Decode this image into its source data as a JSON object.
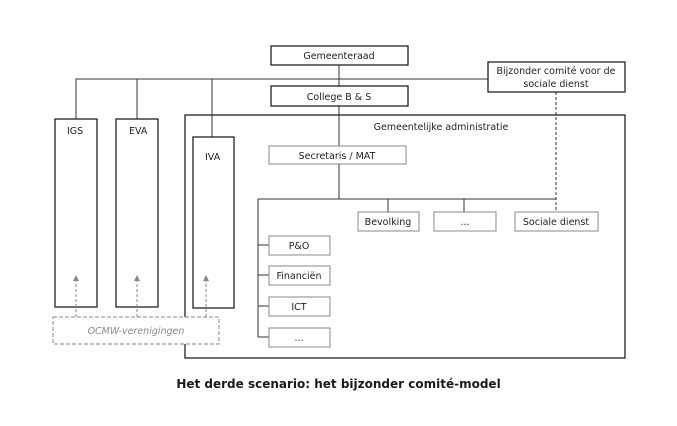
{
  "nodes": {
    "gemeenteraad": "Gemeenteraad",
    "college": "College B & S",
    "bijzonder_line1": "Bijzonder comité voor de",
    "bijzonder_line2": "sociale dienst",
    "igs": "IGS",
    "eva": "EVA",
    "iva": "IVA",
    "gemeentelijke_administratie": "Gemeentelijke administratie",
    "secretaris": "Secretaris / MAT",
    "bevolking": "Bevolking",
    "dots_top": "...",
    "sociale_dienst": "Sociale dienst",
    "po": "P&O",
    "financien": "Financiën",
    "ict": "ICT",
    "dots_bottom": "...",
    "ocmw": "OCMW-verenigingen"
  },
  "caption": "Het derde scenario: het bijzonder comité-model"
}
